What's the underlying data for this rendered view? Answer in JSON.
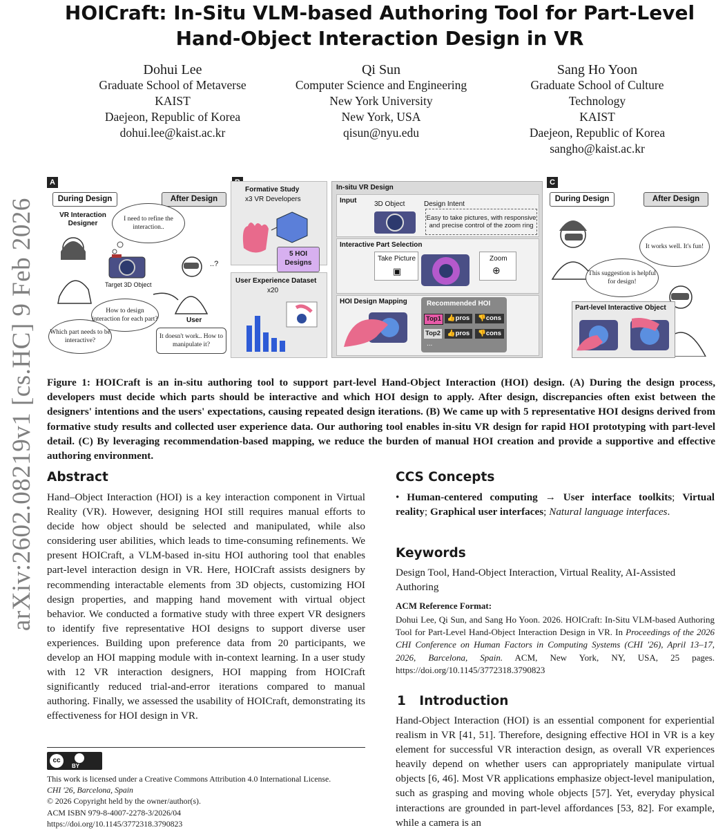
{
  "arxiv_id": "arXiv:2602.08219v1  [cs.HC]  9 Feb 2026",
  "title_line1": "HOICraft: In-Situ VLM-based Authoring Tool for Part-Level",
  "title_line2": "Hand-Object Interaction Design in VR",
  "authors": [
    {
      "name": "Dohui Lee",
      "lines": [
        "Graduate School of Metaverse",
        "KAIST",
        "Daejeon, Republic of Korea",
        "dohui.lee@kaist.ac.kr"
      ]
    },
    {
      "name": "Qi Sun",
      "lines": [
        "Computer Science and Engineering",
        "New York University",
        "New York, USA",
        "qisun@nyu.edu"
      ]
    },
    {
      "name": "Sang Ho Yoon",
      "lines": [
        "Graduate School of Culture",
        "Technology",
        "KAIST",
        "Daejeon, Republic of Korea",
        "sangho@kaist.ac.kr"
      ]
    }
  ],
  "figure": {
    "panel_a": {
      "label": "A",
      "during": "During Design",
      "after": "After Design",
      "designer": "VR Interaction Designer",
      "target": "Target 3D Object",
      "user": "User",
      "bubble_refine": "I need to refine the interaction..",
      "bubble_how": "How to design interaction for each part?",
      "bubble_which": "Which part needs to be interactive?",
      "bubble_doesnt": "It doesn't work.. How to manipulate it?",
      "q_marks": "..?"
    },
    "panel_b": {
      "label": "B",
      "formative": "Formative Study",
      "developers": "x3 VR Developers",
      "hoi_designs": "5 HOI Designs",
      "dataset": "User Experience Dataset",
      "participants": "x20"
    },
    "center": {
      "title": "In-situ VR Design",
      "input": "Input",
      "object": "3D Object",
      "intent": "Design Intent",
      "intent_text": "Easy to take pictures, with responsive and precise control of the zoom ring",
      "selection": "Interactive Part Selection",
      "take_picture": "Take Picture",
      "zoom": "Zoom",
      "mapping": "HOI Design Mapping",
      "recommended": "Recommended HOI",
      "top1": "Top1",
      "top2": "Top2",
      "pros": "pros",
      "cons": "cons",
      "more": "..."
    },
    "panel_c": {
      "label": "C",
      "during": "During Design",
      "after": "After Design",
      "bubble_works": "It works well. It's fun!",
      "bubble_suggestion": "This suggestion is helpful for design!",
      "part_level": "Part-level Interactive Object"
    }
  },
  "caption": "Figure 1: HOICraft is an in-situ authoring tool to support part-level Hand-Object Interaction (HOI) design. (A) During the design process, developers must decide which parts should be interactive and which HOI design to apply. After design, discrepancies often exist between the designers' intentions and the users' expectations, causing repeated design iterations. (B) We came up with 5 representative HOI designs derived from formative study results and collected user experience data. Our authoring tool enables in-situ VR design for rapid HOI prototyping with part-level detail. (C) By leveraging recommendation-based mapping, we reduce the burden of manual HOI creation and provide a supportive and effective authoring environment.",
  "abstract_heading": "Abstract",
  "abstract": "Hand–Object Interaction (HOI) is a key interaction component in Virtual Reality (VR). However, designing HOI still requires manual efforts to decide how object should be selected and manipulated, while also considering user abilities, which leads to time-consuming refinements. We present HOICraft, a VLM-based in-situ HOI authoring tool that enables part-level interaction design in VR. Here, HOICraft assists designers by recommending interactable elements from 3D objects, customizing HOI design properties, and mapping hand movement with virtual object behavior. We conducted a formative study with three expert VR designers to identify five representative HOI designs to support diverse user experiences. Building upon preference data from 20 participants, we develop an HOI mapping module with in-context learning. In a user study with 12 VR interaction designers, HOI mapping from HOICraft significantly reduced trial-and-error iterations compared to manual authoring. Finally, we assessed the usability of HOICraft, demonstrating its effectiveness for HOI design in VR.",
  "license": {
    "badge_cc": "cc",
    "badge_by": "BY",
    "line1": "This work is licensed under a Creative Commons Attribution 4.0 International License.",
    "line2": "CHI '26, Barcelona, Spain",
    "line3": "© 2026 Copyright held by the owner/author(s).",
    "line4": "ACM ISBN 979-8-4007-2278-3/2026/04",
    "line5": "https://doi.org/10.1145/3772318.3790823"
  },
  "ccs_heading": "CCS Concepts",
  "ccs": {
    "bullet": "•",
    "hcc": "Human-centered computing",
    "arrow": "→",
    "uit": "User interface toolkits",
    "sep1": ";",
    "vr": "Virtual reality",
    "sep2": ";",
    "gui": "Graphical user interfaces",
    "sep3": ";",
    "nli": "Natural language interfaces",
    "end": "."
  },
  "keywords_heading": "Keywords",
  "keywords": "Design Tool, Hand-Object Interaction, Virtual Reality, AI-Assisted Authoring",
  "acm_ref_heading": "ACM Reference Format:",
  "acm_ref_part1": "Dohui Lee, Qi Sun, and Sang Ho Yoon. 2026. HOICraft: In-Situ VLM-based Authoring Tool for Part-Level Hand-Object Interaction Design in VR. In ",
  "acm_ref_italic": "Proceedings of the 2026 CHI Conference on Human Factors in Computing Systems (CHI '26), April 13–17, 2026, Barcelona, Spain.",
  "acm_ref_part2": " ACM, New York, NY, USA, 25 pages. https://doi.org/10.1145/3772318.3790823",
  "intro_number": "1",
  "intro_heading": "Introduction",
  "intro": "Hand-Object Interaction (HOI) is an essential component for experiential realism in VR [41, 51]. Therefore, designing effective HOI in VR is a key element for successful VR interaction design, as overall VR experiences heavily depend on whether users can appropriately manipulate virtual objects [6, 46]. Most VR applications emphasize object-level manipulation, such as grasping and moving whole objects [57]. Yet, everyday physical interactions are grounded in part-level affordances [53, 82]. For example, while a camera is an"
}
